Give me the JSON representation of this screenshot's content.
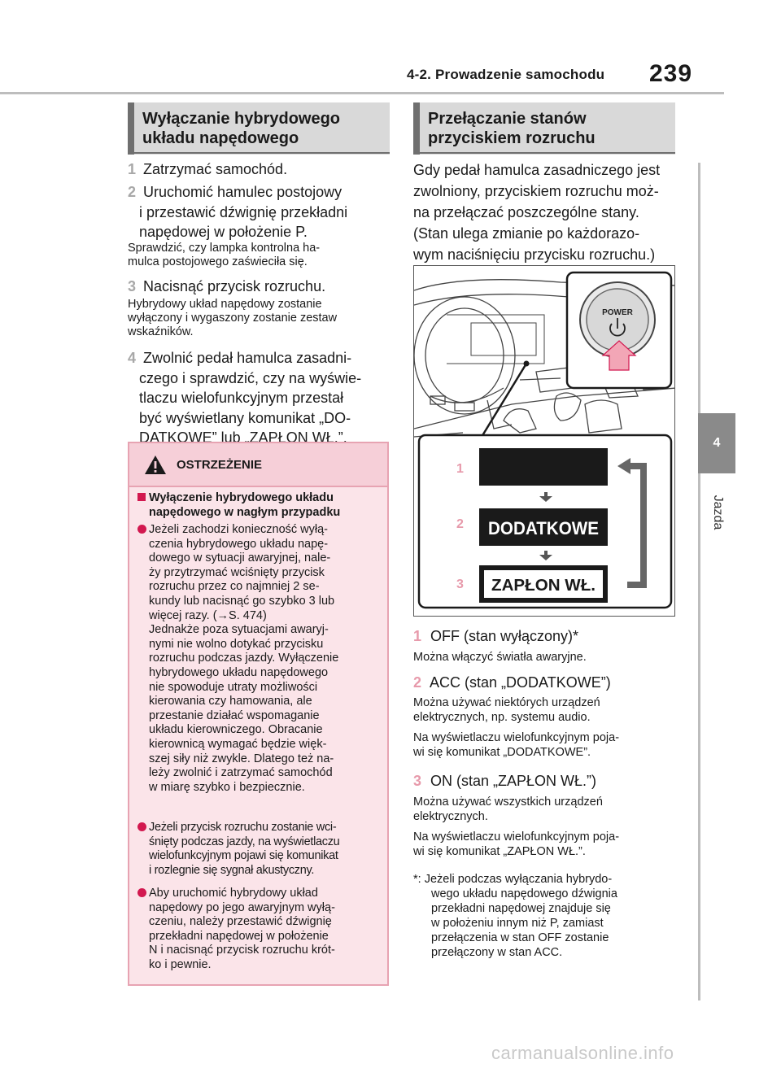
{
  "header": {
    "section": "4-2. Prowadzenie samochodu",
    "page_number": "239"
  },
  "side_tab": {
    "number": "4",
    "label": "Jazda"
  },
  "left": {
    "heading": [
      "Wyłączanie hybrydowego",
      "układu napędowego"
    ],
    "step1": {
      "num": "1",
      "text": "Zatrzymać samochód."
    },
    "step2": {
      "num": "2",
      "lines": [
        "Uruchomić hamulec postojowy",
        "i przestawić dźwignię przekładni",
        "napędowej w położenie P."
      ]
    },
    "note2": [
      "Sprawdzić, czy lampka kontrolna ha-",
      "mulca postojowego zaświeciła się."
    ],
    "step3": {
      "num": "3",
      "text": "Nacisnąć przycisk rozruchu."
    },
    "note3": [
      "Hybrydowy układ napędowy zostanie",
      "wyłączony i wygaszony zostanie zestaw",
      "wskaźników."
    ],
    "step4": {
      "num": "4",
      "lines": [
        "Zwolnić pedał hamulca zasadni-",
        "czego i sprawdzić, czy na wyświe-",
        "tlaczu wielofunkcyjnym przestał",
        "być wyświetlany komunikat „DO-",
        "DATKOWE” lub „ZAPŁON WŁ.”."
      ]
    }
  },
  "warning": {
    "title": "OSTRZEŻENIE",
    "subtitle": [
      "Wyłączenie hybrydowego układu",
      "napędowego w nagłym przypadku"
    ],
    "bullet1": [
      "Jeżeli zachodzi konieczność wyłą-",
      "czenia hybrydowego układu napę-",
      "dowego w sytuacji awaryjnej, nale-",
      "ży przytrzymać wciśnięty przycisk",
      "rozruchu przez co najmniej 2 se-",
      "kundy lub nacisnąć go szybko 3 lub",
      "więcej razy. (→S. 474)",
      "Jednakże poza sytuacjami awaryj-",
      "nymi nie wolno dotykać przycisku",
      "rozruchu podczas jazdy. Wyłączenie",
      "hybrydowego układu napędowego",
      "nie spowoduje utraty możliwości",
      "kierowania czy hamowania, ale",
      "przestanie działać wspomaganie",
      "układu kierowniczego. Obracanie",
      "kierownicą wymagać będzie więk-",
      "szej siły niż zwykle. Dlatego też na-",
      "leży zwolnić i zatrzymać samochód",
      "w miarę szybko i bezpiecznie."
    ],
    "bullet2": [
      "Jeżeli przycisk rozruchu zostanie wci-",
      "śnięty podczas jazdy, na wyświetlaczu",
      "wielofunkcyjnym pojawi się komunikat",
      "i rozlegnie się sygnał akustyczny."
    ],
    "bullet3": [
      "Aby uruchomić hybrydowy układ",
      "napędowy po jego awaryjnym wyłą-",
      "czeniu, należy przestawić dźwignię",
      "przekładni napędowej w położenie",
      "N i nacisnąć przycisk rozruchu krót-",
      "ko i pewnie."
    ]
  },
  "right": {
    "heading": [
      "Przełączanie stanów",
      "przyciskiem rozruchu"
    ],
    "intro": [
      "Gdy pedał hamulca zasadniczego jest",
      "zwolniony, przyciskiem rozruchu moż-",
      "na przełączać poszczególne stany.",
      "(Stan ulega zmianie po każdorazo-",
      "wym naciśnięciu przycisku rozruchu.)"
    ],
    "figure": {
      "power_label": "POWER",
      "states": [
        {
          "num": "1",
          "display": ""
        },
        {
          "num": "2",
          "display": "DODATKOWE"
        },
        {
          "num": "3",
          "display": "ZAPŁON WŁ."
        }
      ]
    },
    "state1": {
      "num": "1",
      "text": "OFF (stan wyłączony)*",
      "notes": [
        "Można włączyć światła awaryjne."
      ]
    },
    "state2": {
      "num": "2",
      "text": "ACC (stan „DODATKOWE”)",
      "notes1": [
        "Można używać niektórych urządzeń",
        "elektrycznych, np. systemu audio."
      ],
      "notes2": [
        "Na wyświetlaczu wielofunkcyjnym poja-",
        "wi się komunikat „DODATKOWE”."
      ]
    },
    "state3": {
      "num": "3",
      "text": "ON (stan „ZAPŁON WŁ.”)",
      "notes1": [
        "Można używać wszystkich urządzeń",
        "elektrycznych."
      ],
      "notes2": [
        "Na wyświetlaczu wielofunkcyjnym poja-",
        "wi się komunikat „ZAPŁON WŁ.”."
      ]
    },
    "footnote": [
      "*: Jeżeli podczas wyłączania hybrydo-",
      "wego układu napędowego dźwignia",
      "przekładni napędowej znajduje się",
      "w położeniu innym niż P, zamiast",
      "przełączenia w stan OFF zostanie",
      "przełączony w stan ACC."
    ]
  },
  "watermark": "carmanualsonline.info",
  "colors": {
    "accent_pink": "#d2184f",
    "step_grey": "#a8a8a8",
    "step_pink": "#e79aab",
    "warning_bg": "#fbe4e9"
  }
}
